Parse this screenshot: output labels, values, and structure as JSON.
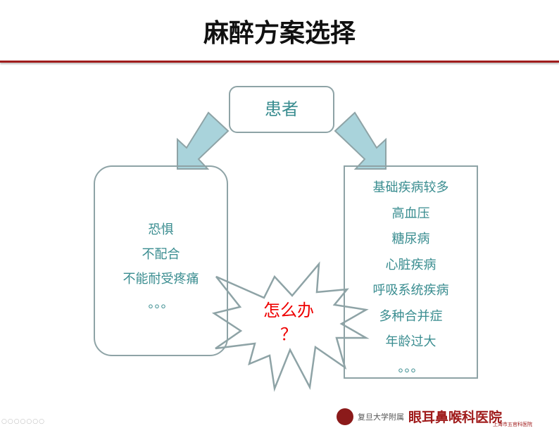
{
  "title": "麻醉方案选择",
  "patient": "患者",
  "left_items": [
    "恐惧",
    "不配合",
    "不能耐受疼痛",
    "。。。"
  ],
  "right_items": [
    "基础疾病较多",
    "高血压",
    "糖尿病",
    "心脏疾病",
    "呼吸系统疾病",
    "多种合并症",
    "年龄过大",
    "。。。"
  ],
  "burst": {
    "line1": "怎么办",
    "line2": "？"
  },
  "footer": {
    "university": "复旦大学附属",
    "hospital": "眼耳鼻喉科医院",
    "sub": "上海市五官科医院",
    "nav": "○○○○○○○"
  },
  "colors": {
    "text": "#3a8d90",
    "accent": "#a01c1c",
    "arrow": "#a9d3db",
    "burst_text": "#e00000"
  }
}
